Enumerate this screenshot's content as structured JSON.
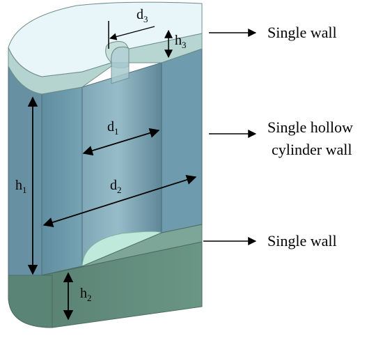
{
  "dimensions": {
    "d1": {
      "base": "d",
      "sub": "1"
    },
    "d2": {
      "base": "d",
      "sub": "2"
    },
    "d3": {
      "base": "d",
      "sub": "3"
    },
    "h1": {
      "base": "h",
      "sub": "1"
    },
    "h2": {
      "base": "h",
      "sub": "2"
    },
    "h3": {
      "base": "h",
      "sub": "3"
    }
  },
  "callouts": {
    "top": "Single wall",
    "middle_line1": "Single hollow",
    "middle_line2": "cylinder wall",
    "bottom": "Single wall"
  },
  "colors": {
    "top_cap": "#e6f5f8",
    "top_cap_side": "#b9d7d3",
    "middle_wall": "#6b98aa",
    "middle_wall_light": "#7ba8b8",
    "inner_bore": "#8fb7c5",
    "bottom_floor": "#b8e8d9",
    "bottom_wall": "#5d8a7b",
    "outline": "#5a6b70"
  }
}
